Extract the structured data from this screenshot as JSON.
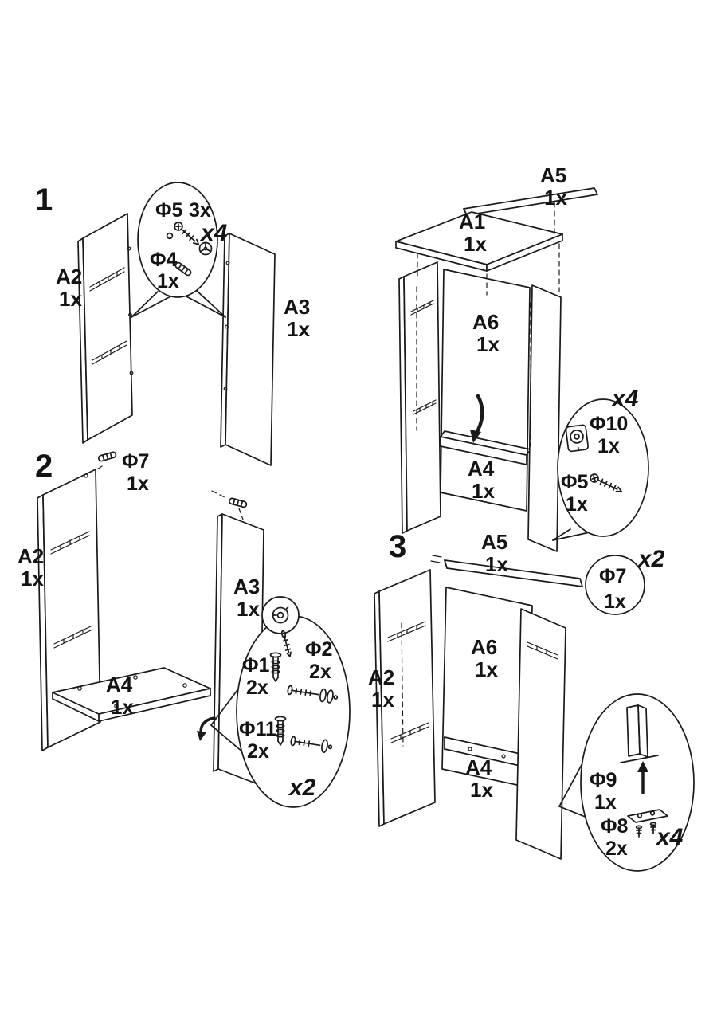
{
  "step1": {
    "num": "1",
    "a2": {
      "label": "A2",
      "qty": "1x"
    },
    "a3": {
      "label": "A3",
      "qty": "1x"
    },
    "callout": {
      "phi5": {
        "label": "Φ5",
        "qty": "3x"
      },
      "phi4": {
        "label": "Φ4",
        "qty": "1x"
      },
      "mult": "x4"
    }
  },
  "step2": {
    "num": "2",
    "phi7": {
      "label": "Φ7",
      "qty": "1x"
    },
    "a2": {
      "label": "A2",
      "qty": "1x"
    },
    "a3": {
      "label": "A3",
      "qty": "1x"
    },
    "a4": {
      "label": "A4",
      "qty": "1x"
    },
    "callout": {
      "phi1": {
        "label": "Φ1",
        "qty": "2x"
      },
      "phi2": {
        "label": "Φ2",
        "qty": "2x"
      },
      "phi11": {
        "label": "Φ11",
        "qty": "2x"
      },
      "mult": "x2"
    }
  },
  "assembly": {
    "a5": {
      "label": "A5",
      "qty": "1x"
    },
    "a1": {
      "label": "A1",
      "qty": "1x"
    },
    "a6": {
      "label": "A6",
      "qty": "1x"
    },
    "a4": {
      "label": "A4",
      "qty": "1x"
    },
    "callout": {
      "mult": "x4",
      "phi10": {
        "label": "Φ10",
        "qty": "1x"
      },
      "phi5": {
        "label": "Φ5",
        "qty": "1x"
      }
    }
  },
  "step3": {
    "num": "3",
    "a5": {
      "label": "A5",
      "qty": "1x"
    },
    "phi7": {
      "label": "Φ7",
      "qty": "1x",
      "mult": "x2"
    },
    "a2": {
      "label": "A2",
      "qty": "1x"
    },
    "a6": {
      "label": "A6",
      "qty": "1x"
    },
    "a4": {
      "label": "A4",
      "qty": "1x"
    },
    "callout": {
      "phi9": {
        "label": "Φ9",
        "qty": "1x"
      },
      "phi8": {
        "label": "Φ8",
        "qty": "2x"
      },
      "mult": "x4"
    }
  }
}
